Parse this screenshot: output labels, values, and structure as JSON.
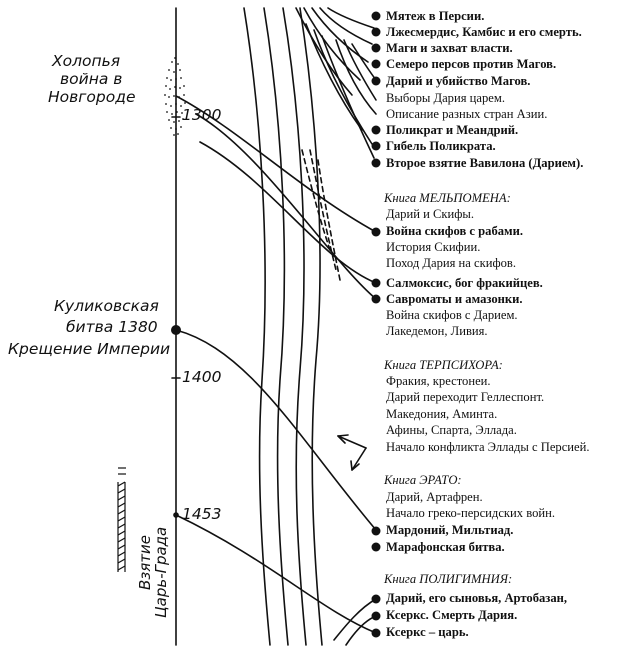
{
  "left_axis": {
    "event_kholopya": [
      "Холопья",
      "война в",
      "Новгороде"
    ],
    "year_1300": "1300",
    "event_kulikovo": [
      "Куликовская",
      "битва 1380",
      "Крещение Империи"
    ],
    "year_1400": "1400",
    "year_1453": "1453",
    "event_vzyatie": [
      "Взятие",
      "Царь-Града"
    ]
  },
  "right_list": [
    {
      "text": "Мятеж в Персии.",
      "style": "b"
    },
    {
      "text": "Лжесмердис, Камбис и его смерть.",
      "style": "b"
    },
    {
      "text": "Маги и захват власти.",
      "style": "b"
    },
    {
      "text": "Семеро персов против Магов.",
      "style": "b"
    },
    {
      "text": "Дарий и убийство Магов.",
      "style": "b"
    },
    {
      "text": "Выборы Дария царем.",
      "style": "n"
    },
    {
      "text": "Описание разных стран Азии.",
      "style": "n"
    },
    {
      "text": "Поликрат и Меандрий.",
      "style": "b"
    },
    {
      "text": "Гибель Поликрата.",
      "style": "b"
    },
    {
      "text": "Второе взятие Вавилона (Дарием).",
      "style": "b"
    },
    {
      "text": "Книга МЕЛЬПОМЕНА:",
      "style": "h"
    },
    {
      "text": "Дарий и Скифы.",
      "style": "n"
    },
    {
      "text": "Война скифов с рабами.",
      "style": "b"
    },
    {
      "text": "История Скифии.",
      "style": "n"
    },
    {
      "text": "Поход Дария на скифов.",
      "style": "n"
    },
    {
      "text": "Салмоксис, бог фракийцев.",
      "style": "b"
    },
    {
      "text": "Савроматы и амазонки.",
      "style": "b"
    },
    {
      "text": "Война скифов с Дарием.",
      "style": "n"
    },
    {
      "text": "Лакедемон, Ливия.",
      "style": "n"
    },
    {
      "text": "Книга ТЕРПСИХОРА:",
      "style": "h"
    },
    {
      "text": "Фракия, крестонеи.",
      "style": "n"
    },
    {
      "text": "Дарий переходит Геллеспонт.",
      "style": "n"
    },
    {
      "text": "Македония, Аминта.",
      "style": "n"
    },
    {
      "text": "Афины, Спарта, Эллада.",
      "style": "n"
    },
    {
      "text": "Начало конфликта Эллады с Персией.",
      "style": "n"
    },
    {
      "text": "Книга ЭРАТО:",
      "style": "h"
    },
    {
      "text": "Дарий, Артафрен.",
      "style": "n"
    },
    {
      "text": "Начало греко-персидских войн.",
      "style": "n"
    },
    {
      "text": "Мардоний, Мильтиад.",
      "style": "b"
    },
    {
      "text": "Марафонская битва.",
      "style": "b"
    },
    {
      "text": "Книга ПОЛИГИМНИЯ:",
      "style": "h"
    },
    {
      "text": "Дарий, его сыновья, Артобазан,",
      "style": "b"
    },
    {
      "text": "Ксеркс. Смерть Дария.",
      "style": "b"
    },
    {
      "text": "Ксеркс – царь.",
      "style": "b"
    }
  ]
}
